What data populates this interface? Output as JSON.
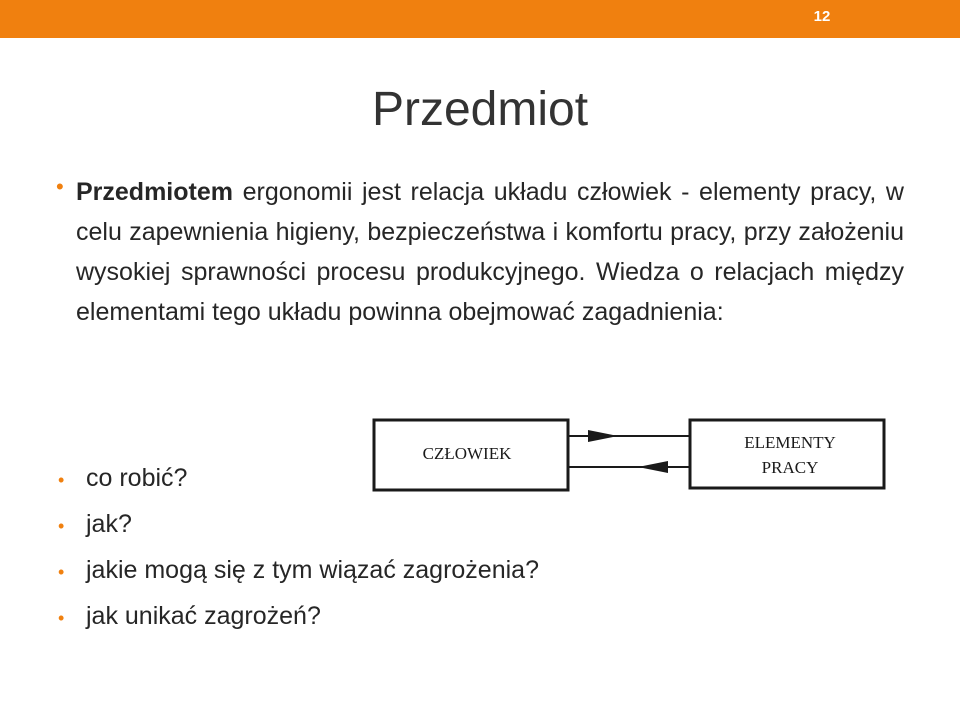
{
  "slide": {
    "number": "12",
    "title": "Przedmiot",
    "main_bullet": {
      "bold_lead": "Przedmiotem",
      "text": " ergonomii jest relacja układu człowiek - elementy pracy, w celu zapewnienia higieny, bezpieczeństwa i komfortu pracy, przy założeniu wysokiej sprawności procesu produkcyjnego. Wiedza o relacjach między elementami tego układu powinna obejmować zagadnienia:"
    },
    "sub_bullets": [
      "co robić?",
      "jak?",
      "jakie mogą się z tym wiązać zagrożenia?",
      "jak unikać zagrożeń?"
    ]
  },
  "diagram": {
    "left_box": "CZŁOWIEK",
    "right_box_line1": "ELEMENTY",
    "right_box_line2": "PRACY"
  },
  "colors": {
    "accent": "#f0800f",
    "text": "#262626"
  }
}
